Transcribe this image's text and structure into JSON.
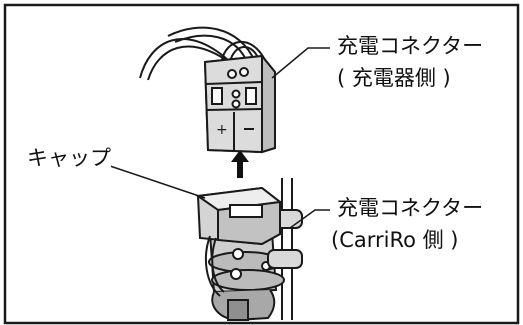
{
  "labels": {
    "charger_connector": "充電コネクター",
    "charger_side": "( 充電器側 )",
    "cap": "キャップ",
    "vehicle_connector": "充電コネクター",
    "vehicle_side": "(CarriRo 側 )"
  },
  "colors": {
    "stroke": "#1a1a1a",
    "connector_fill": "#d6d6d6",
    "cap_fill": "#c9c9c9",
    "arrow": "#111111"
  }
}
